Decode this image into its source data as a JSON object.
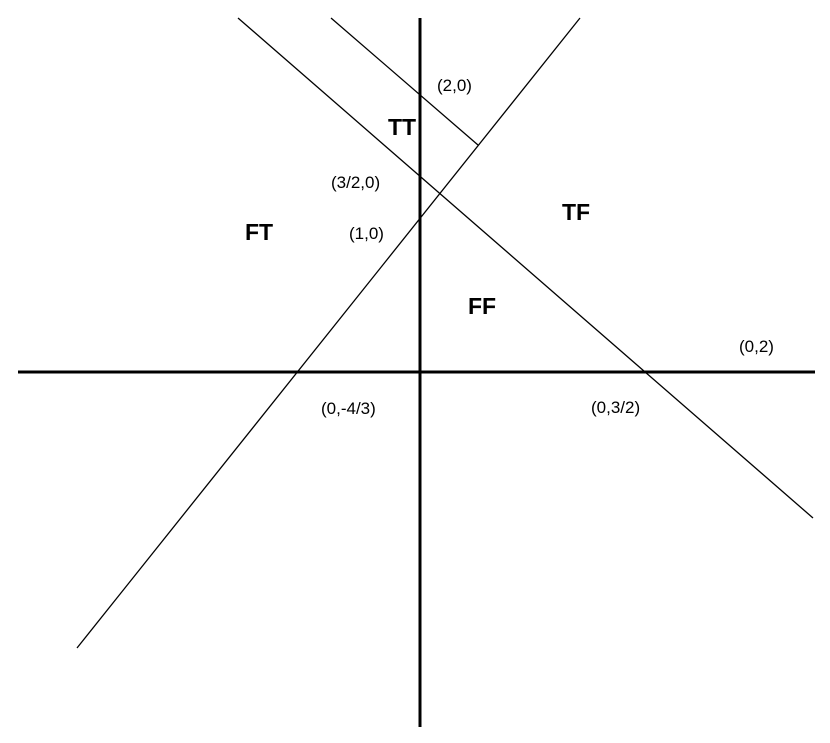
{
  "diagram": {
    "region_labels": {
      "tt": "TT",
      "ft": "FT",
      "tf": "TF",
      "ff": "FF"
    },
    "point_labels": {
      "p_2_0": "(2,0)",
      "p_3_2_0": "(3/2,0)",
      "p_1_0": "(1,0)",
      "p_0_2": "(0,2)",
      "p_0_neg4_3": "(0,-4/3)",
      "p_0_3_2": "(0,3/2)"
    },
    "colors": {
      "stroke": "#000000",
      "background": "#ffffff"
    }
  }
}
